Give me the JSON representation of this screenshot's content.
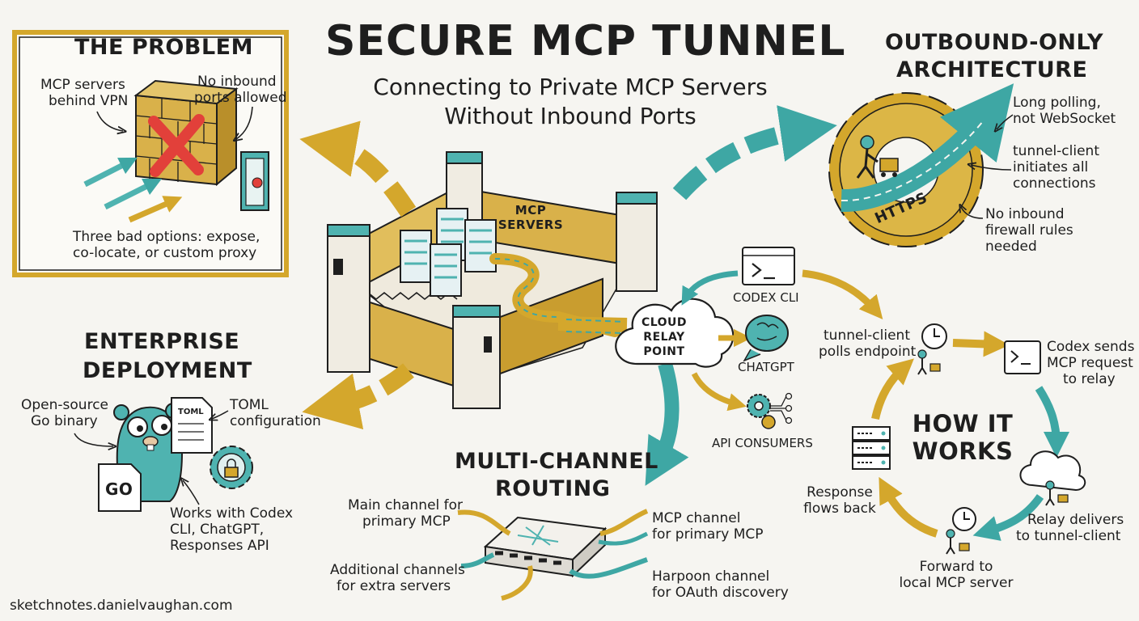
{
  "header": {
    "title": "SECURE MCP TUNNEL",
    "subtitle_line1": "Connecting to Private MCP Servers",
    "subtitle_line2": "Without Inbound Ports"
  },
  "problem": {
    "heading": "THE PROBLEM",
    "vpn_line1": "MCP servers",
    "vpn_line2": "behind VPN",
    "ports_line1": "No inbound",
    "ports_line2": "ports allowed",
    "options_line1": "Three bad options: expose,",
    "options_line2": "co-locate, or custom proxy"
  },
  "architecture": {
    "heading_line1": "OUTBOUND-ONLY",
    "heading_line2": "ARCHITECTURE",
    "polling_line1": "Long polling,",
    "polling_line2": "not WebSocket",
    "client_line1": "tunnel-client",
    "client_line2": "initiates all",
    "client_line3": "connections",
    "firewall_line1": "No inbound",
    "firewall_line2": "firewall rules",
    "firewall_line3": "needed",
    "https_label": "HTTPS"
  },
  "fortress": {
    "servers_line1": "MCP",
    "servers_line2": "SERVERS"
  },
  "relay": {
    "cloud_line1": "CLOUD",
    "cloud_line2": "RELAY",
    "cloud_line3": "POINT",
    "codex_label": "CODEX CLI",
    "chatgpt_label": "CHATGPT",
    "api_label": "API CONSUMERS"
  },
  "enterprise": {
    "heading_line1": "ENTERPRISE",
    "heading_line2": "DEPLOYMENT",
    "binary_line1": "Open-source",
    "binary_line2": "Go binary",
    "toml_line1": "TOML",
    "toml_line2": "configuration",
    "toml_file_label": "TOML",
    "go_file_label": "GO",
    "works_line1": "Works with Codex",
    "works_line2": "CLI, ChatGPT,",
    "works_line3": "Responses API"
  },
  "routing": {
    "heading_line1": "MULTI-CHANNEL",
    "heading_line2": "ROUTING",
    "main_line1": "Main channel for",
    "main_line2": "primary MCP",
    "additional_line1": "Additional channels",
    "additional_line2": "for extra servers",
    "mcp_line1": "MCP channel",
    "mcp_line2": "for primary MCP",
    "harpoon_line1": "Harpoon channel",
    "harpoon_line2": "for OAuth discovery"
  },
  "how_it_works": {
    "heading_line1": "HOW IT",
    "heading_line2": "WORKS",
    "step1_line1": "tunnel-client",
    "step1_line2": "polls endpoint",
    "step2_line1": "Codex sends",
    "step2_line2": "MCP request",
    "step2_line3": "to relay",
    "step3_line1": "Relay delivers",
    "step3_line2": "to tunnel-client",
    "step4_line1": "Forward to",
    "step4_line2": "local MCP server",
    "step5_line1": "Response",
    "step5_line2": "flows back"
  },
  "footer": {
    "credit": "sketchnotes.danielvaughan.com"
  },
  "colors": {
    "gold": "#d4a72c",
    "teal": "#4fb3b0",
    "dark_teal": "#2e8f8c",
    "red": "#e2403a",
    "ink": "#1e1e1e",
    "paper": "#f6f5f1"
  }
}
